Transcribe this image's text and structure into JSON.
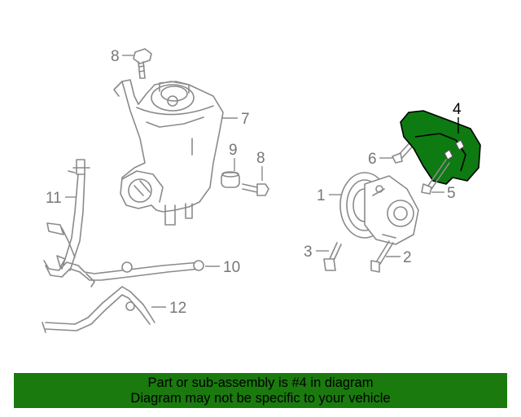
{
  "callouts": {
    "c1": "1",
    "c2": "2",
    "c3": "3",
    "c4": "4",
    "c5": "5",
    "c6": "6",
    "c7": "7",
    "c8a": "8",
    "c8b": "8",
    "c9": "9",
    "c10": "10",
    "c11": "11",
    "c12": "12"
  },
  "highlighted_part": "4",
  "colors": {
    "highlight": "#0d7a12",
    "banner": "#1a7a0e",
    "line_art": "#8a8a8a"
  },
  "banner": {
    "line1": "Part or sub-assembly is #4 in diagram",
    "line2": "Diagram may not be specific to your vehicle"
  }
}
